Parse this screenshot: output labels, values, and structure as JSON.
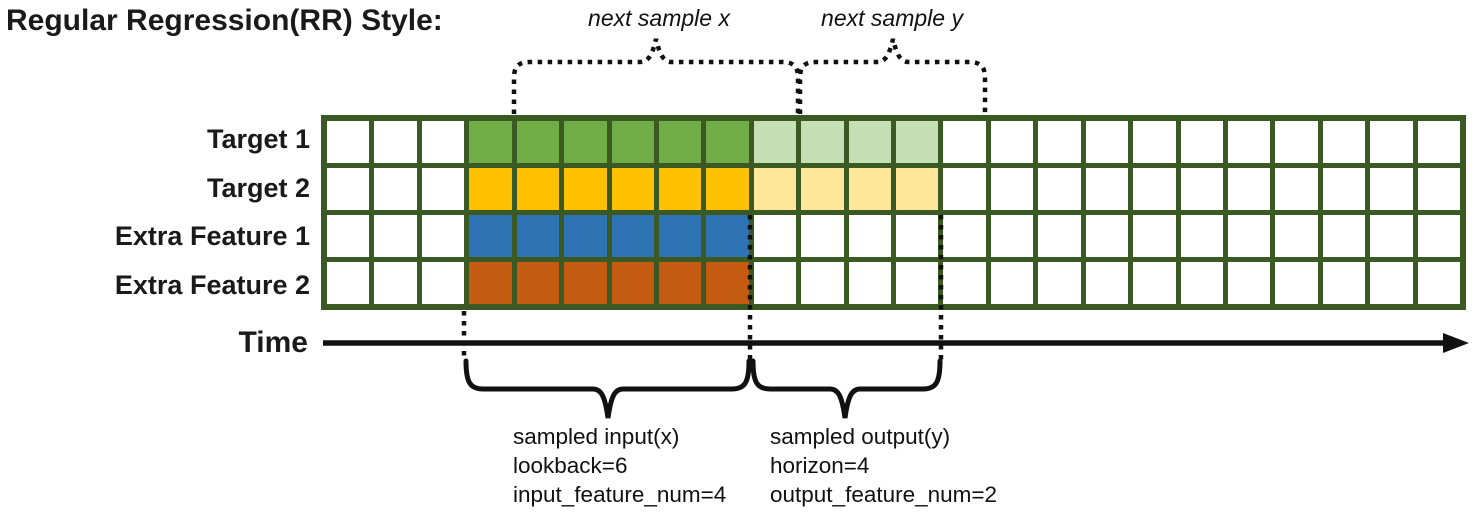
{
  "title": "Regular Regression(RR) Style:",
  "colors": {
    "grid_border": "#3b5a23",
    "cell_empty": "#ffffff",
    "lookback_green": "#70ad47",
    "horizon_green": "#c5e0b4",
    "lookback_yellow": "#ffc000",
    "horizon_yellow": "#ffe699",
    "lookback_blue": "#2e74b5",
    "lookback_orange": "#c55a11",
    "annotation_black": "#111111"
  },
  "grid": {
    "columns_total": 24,
    "lead_empty_cols": 3,
    "lookback_cols": 6,
    "horizon_cols": 4,
    "trail_empty_cols": 11,
    "rows": [
      {
        "label": "Target 1",
        "lookback_color": "#70ad47",
        "horizon_color": "#c5e0b4"
      },
      {
        "label": "Target 2",
        "lookback_color": "#ffc000",
        "horizon_color": "#ffe699"
      },
      {
        "label": "Extra Feature 1",
        "lookback_color": "#2e74b5",
        "horizon_color": "#ffffff"
      },
      {
        "label": "Extra Feature 2",
        "lookback_color": "#c55a11",
        "horizon_color": "#ffffff"
      }
    ]
  },
  "annotations": {
    "next_sample_x": "next sample x",
    "next_sample_y": "next sample y",
    "time_label": "Time",
    "sampled_input": {
      "line1": "sampled input(x)",
      "line2": "lookback=6",
      "line3": "input_feature_num=4"
    },
    "sampled_output": {
      "line1": "sampled output(y)",
      "line2": "horizon=4",
      "line3": "output_feature_num=2"
    }
  }
}
